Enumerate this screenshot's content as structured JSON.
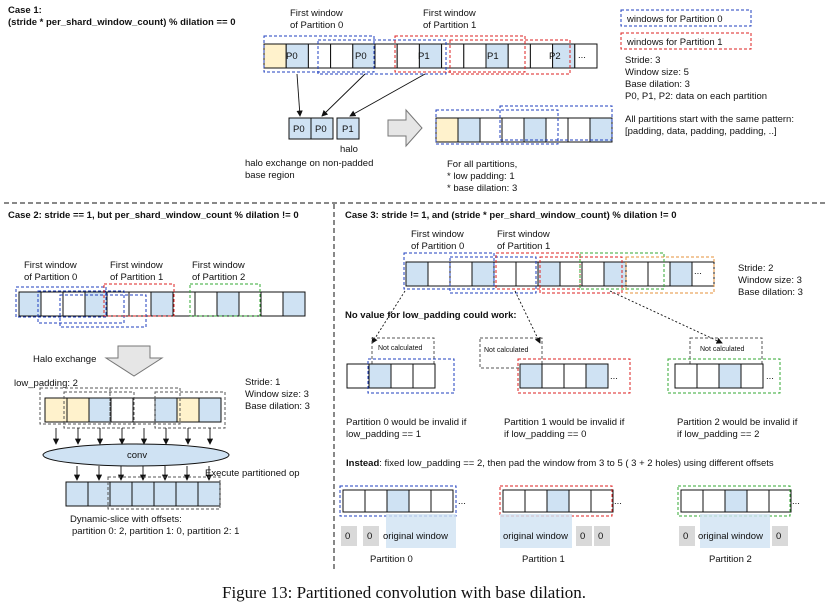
{
  "case1": {
    "title": "Case 1:",
    "condition": "(stride * per_shard_window_count) % dilation == 0",
    "first_window_p0": [
      "First window",
      "of Partition 0"
    ],
    "first_window_p1": [
      "First window",
      "of Partition 1"
    ],
    "cell_labels": {
      "p0": "P0",
      "p1": "P1",
      "p2": "P2"
    },
    "ellipsis": "...",
    "halo_label": "halo",
    "halo_note": [
      "halo exchange on non-padded",
      "base region"
    ],
    "all_partitions_note": [
      "For all partitions,",
      "* low padding: 1",
      "* base dilation: 3"
    ],
    "legend": {
      "p0": "windows for Partition 0",
      "p1": "windows for Partition 1"
    },
    "params": [
      "Stride: 3",
      "Window size: 5",
      "Base dilation: 3",
      "P0, P1, P2: data on each partition"
    ],
    "pattern_note": [
      "All partitions start with the same pattern:",
      "[padding, data, padding, padding, ..]"
    ]
  },
  "case2": {
    "title": "Case 2: stride == 1, but per_shard_window_count % dilation != 0",
    "first_window_p0": [
      "First window",
      "of Partition 0"
    ],
    "first_window_p1": [
      "First window",
      "of Partition 1"
    ],
    "first_window_p2": [
      "First window",
      "of Partition 2"
    ],
    "halo_exchange": "Halo exchange",
    "low_padding": "low_padding: 2",
    "params": [
      "Stride: 1",
      "Window size: 3",
      "Base dilation: 3"
    ],
    "conv": "conv",
    "execute": "Execute partitioned op",
    "dynamic_slice": [
      "Dynamic-slice with offsets:",
      "partition 0: 2,  partition 1: 0,  partition 2: 1"
    ]
  },
  "case3": {
    "title": "Case 3: stride != 1, and (stride * per_shard_window_count) % dilation != 0",
    "first_window_p0": [
      "First window",
      "of Partition 0"
    ],
    "first_window_p1": [
      "First window",
      "of Partition 1"
    ],
    "params": [
      "Stride: 2",
      "Window size: 3",
      "Base dilation: 3"
    ],
    "no_value": "No value for low_padding could work:",
    "not_calculated": "Not calculated",
    "invalid": [
      [
        "Partition 0 would be invalid if",
        "low_padding == 1"
      ],
      [
        "Partition 1 would be invalid if",
        "if low_padding == 0"
      ],
      [
        "Partition 2 would be invalid if",
        "if low_padding == 2"
      ]
    ],
    "instead_bold": "Instead",
    "instead_rest": ": fixed low_padding == 2, then pad the window from 3 to 5 ( 3 + 2 holes) using different offsets",
    "zero": "0",
    "original_window": "original window",
    "partition_labels": [
      "Partition 0",
      "Partition 1",
      "Partition 2"
    ]
  },
  "caption": "Figure 13: Partitioned convolution with base dilation."
}
